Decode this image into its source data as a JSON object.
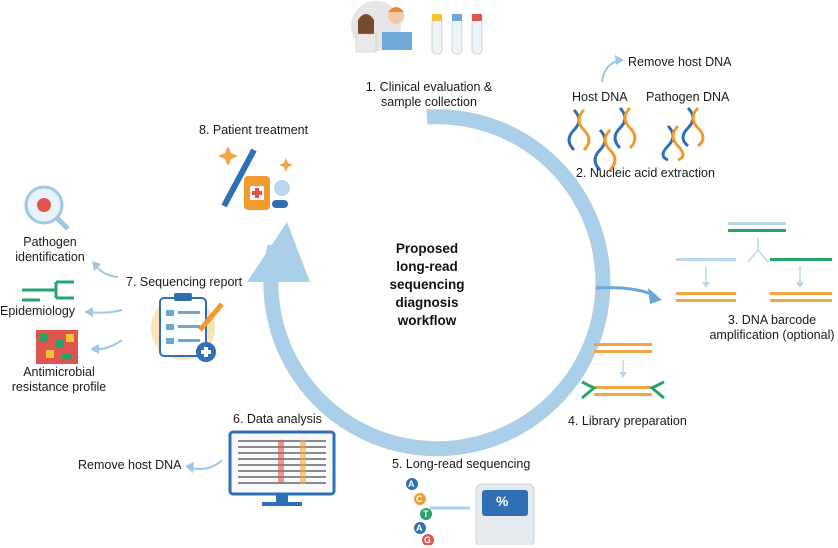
{
  "center_title": [
    "Proposed",
    "long-read",
    "sequencing",
    "diagnosis",
    "workflow"
  ],
  "steps": {
    "s1": [
      "1. Clinical evaluation &",
      "sample collection"
    ],
    "s2": "2. Nucleic acid extraction",
    "s3": [
      "3. DNA barcode",
      "amplification (optional)"
    ],
    "s4": "4. Library preparation",
    "s5": "5. Long-read sequencing",
    "s6": "6. Data analysis",
    "s7": "7. Sequencing report",
    "s8": "8. Patient treatment"
  },
  "extraction": {
    "remove_host": "Remove host DNA",
    "host_dna": "Host DNA",
    "pathogen_dna": "Pathogen DNA"
  },
  "analysis": {
    "remove_host": "Remove host DNA"
  },
  "report_outputs": {
    "pathogen": [
      "Pathogen",
      "identification"
    ],
    "epidemiology": "Epidemiology",
    "amr": [
      "Antimicrobial",
      "resistance profile"
    ]
  },
  "sequencer": {
    "bases": [
      "A",
      "C",
      "T",
      "A",
      "G"
    ],
    "screen_symbol": "%"
  },
  "colors": {
    "cycle_arrow": "#a9cfe9",
    "small_arrow": "#9cc7e6",
    "barcode_green": "#27a36b",
    "barcode_orange": "#f2a541",
    "barcode_blue": "#b7d7ee",
    "dna_blue": "#2f6fb3",
    "dna_orange": "#f29a2e"
  }
}
